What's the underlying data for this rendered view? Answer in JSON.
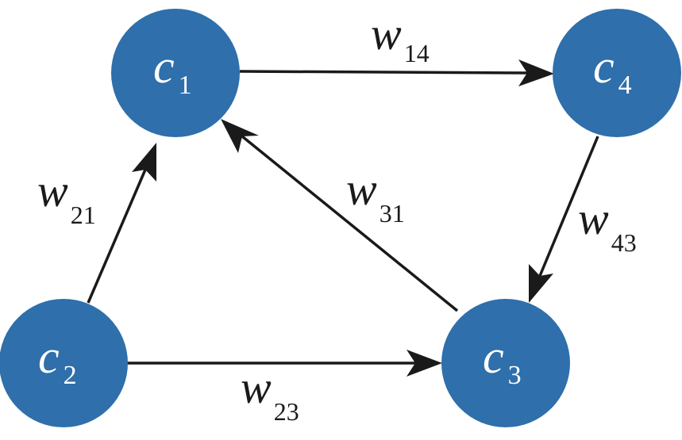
{
  "nodes": {
    "c1": {
      "symbol": "c",
      "subscript": "1"
    },
    "c2": {
      "symbol": "c",
      "subscript": "2"
    },
    "c3": {
      "symbol": "c",
      "subscript": "3"
    },
    "c4": {
      "symbol": "c",
      "subscript": "4"
    }
  },
  "edges": {
    "w14": {
      "from": "c1",
      "to": "c4",
      "symbol": "w",
      "subscript": "14"
    },
    "w21": {
      "from": "c2",
      "to": "c1",
      "symbol": "w",
      "subscript": "21"
    },
    "w31": {
      "from": "c3",
      "to": "c1",
      "symbol": "w",
      "subscript": "31"
    },
    "w43": {
      "from": "c4",
      "to": "c3",
      "symbol": "w",
      "subscript": "43"
    },
    "w23": {
      "from": "c2",
      "to": "c3",
      "symbol": "w",
      "subscript": "23"
    }
  },
  "colors": {
    "node_fill": "#2E6FAC",
    "node_text": "#FFFFFF",
    "edge": "#1A1A1A"
  }
}
